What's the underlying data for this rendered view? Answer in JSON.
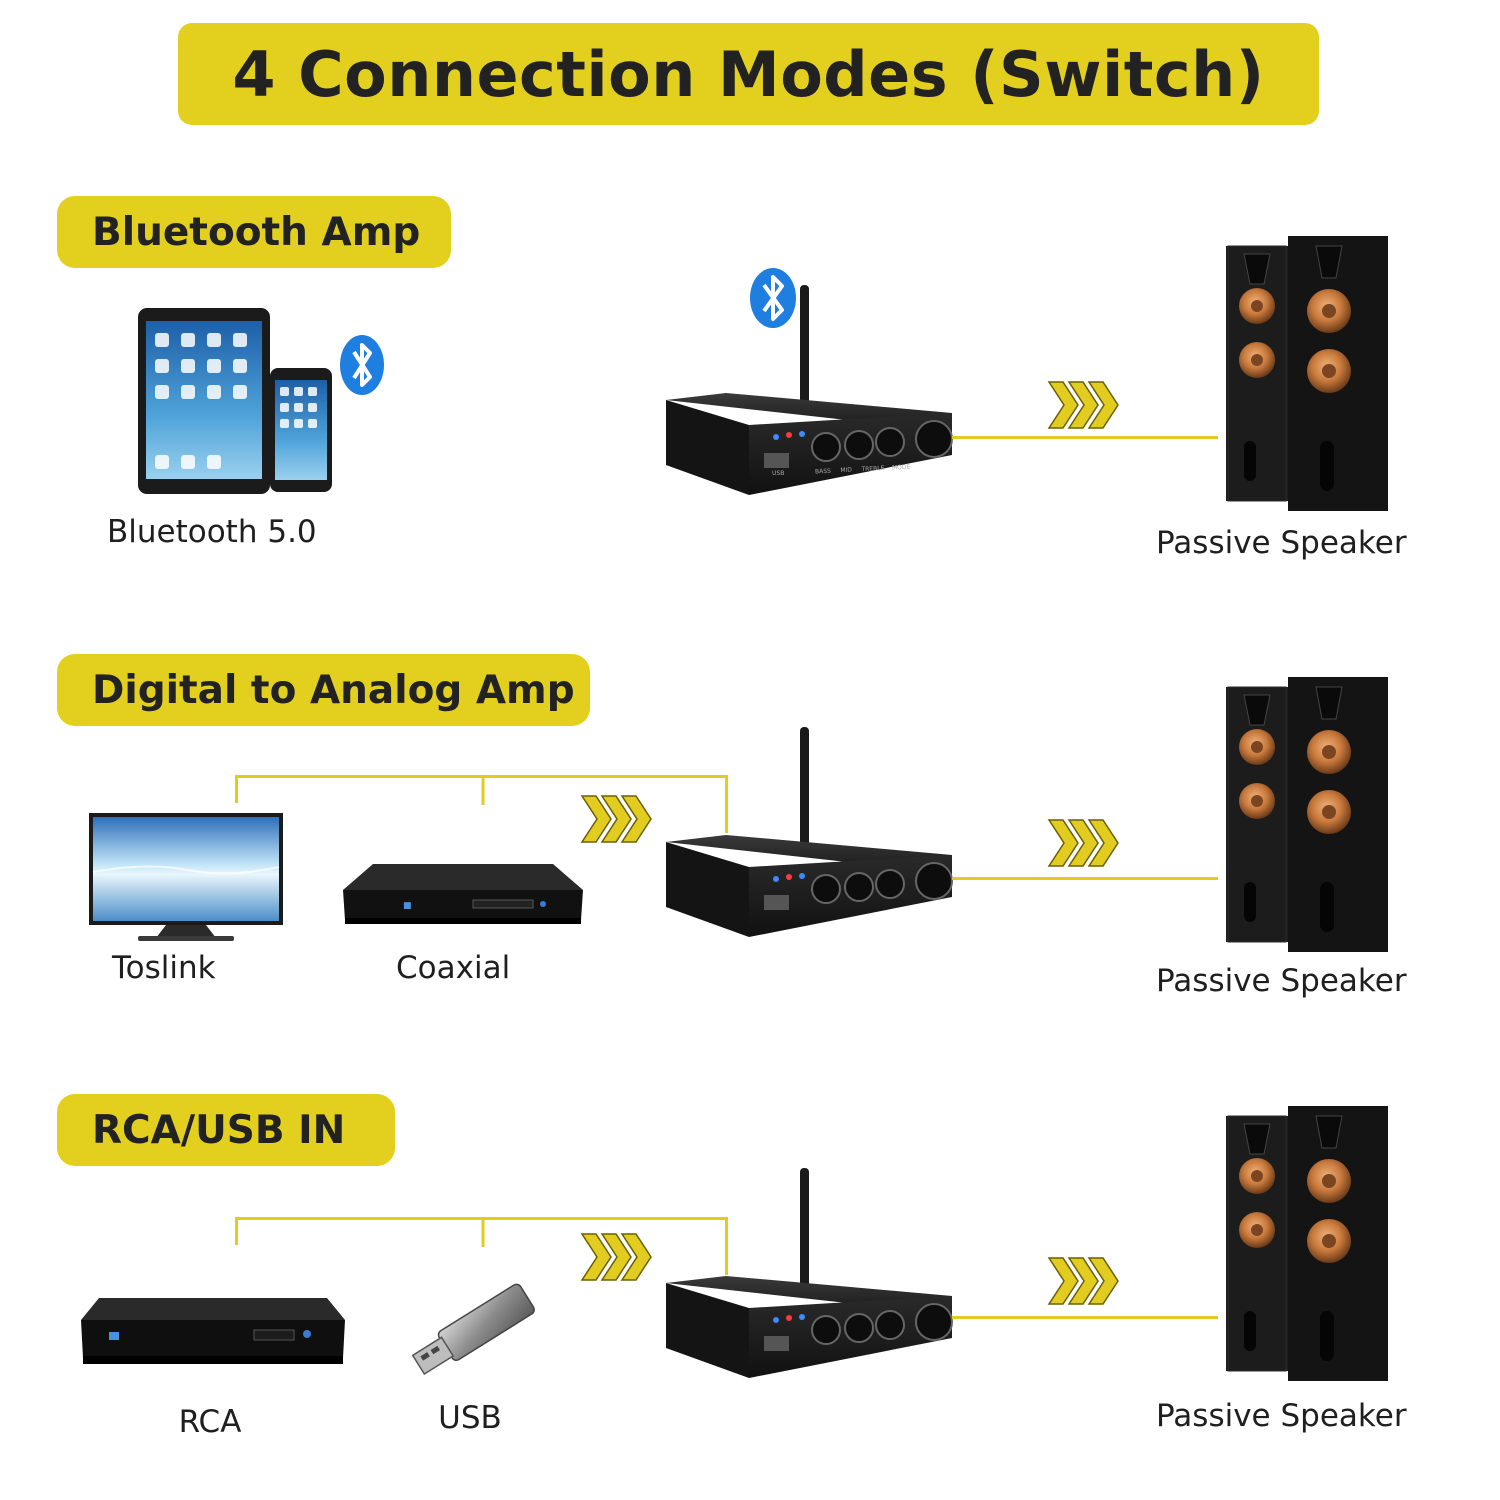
{
  "title": "4 Connection Modes (Switch)",
  "colors": {
    "accent_yellow": "#e3d01e",
    "wire_yellow": "#e2cc20",
    "device_black": "#1a1a1a",
    "bluetooth_blue": "#1f7fe0",
    "woofer_orange": "#c8793c"
  },
  "sections": [
    {
      "title": "Bluetooth Amp",
      "sources": [
        {
          "label": "Bluetooth 5.0",
          "icon": "tablet-phone-bluetooth-icon"
        }
      ],
      "output": {
        "label": "Passive Speaker",
        "icon": "tower-speakers-icon"
      }
    },
    {
      "title": "Digital to Analog Amp",
      "sources": [
        {
          "label": "Toslink",
          "icon": "tv-icon"
        },
        {
          "label": "Coaxial",
          "icon": "blu-ray-player-icon"
        }
      ],
      "output": {
        "label": "Passive Speaker",
        "icon": "tower-speakers-icon"
      }
    },
    {
      "title": "RCA/USB IN",
      "sources": [
        {
          "label": "RCA",
          "icon": "blu-ray-player-icon"
        },
        {
          "label": "USB",
          "icon": "usb-drive-icon"
        }
      ],
      "output": {
        "label": "Passive Speaker",
        "icon": "tower-speakers-icon"
      }
    }
  ],
  "amp_panel": {
    "knob_labels": [
      "BASS",
      "MID",
      "TREBLE",
      "MODE"
    ],
    "port_label": "USB"
  }
}
